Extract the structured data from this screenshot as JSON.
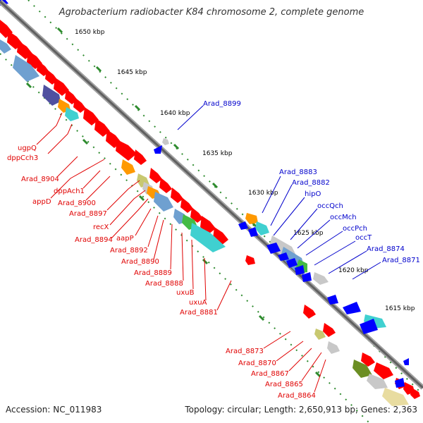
{
  "map": {
    "title": "Agrobacterium radiobacter K84 chromosome 2, complete genome",
    "accession": "Accession: NC_011983",
    "summary": "Topology: circular; Length: 2,650,913 bp; Genes: 2,363"
  },
  "colors": {
    "backbone": "#808080",
    "tick": "#2e8b2e",
    "red_gene": "#ff0000",
    "blue_gene": "#0000ff",
    "red_label": "#e00000",
    "blue_label": "#0000cc",
    "light_blue": "#6fa0d0",
    "cyan": "#40d0d0",
    "orange": "#ff9900",
    "grey": "#c8c8c8",
    "olive": "#6b8e23",
    "tan": "#e8dca0",
    "purple": "#5050a0",
    "green": "#44bb44"
  },
  "scale_labels": [
    "1650 kbp",
    "1645 kbp",
    "1640 kbp",
    "1635 kbp",
    "1630 kbp",
    "1625 kbp",
    "1620 kbp",
    "1615 kbp"
  ],
  "red_labels": [
    "ugpQ",
    "dppCch3",
    "Arad_8904",
    "dppAch1",
    "appD",
    "Arad_8900",
    "Arad_8897",
    "recX",
    "Arad_8894",
    "aapP",
    "Arad_8892",
    "Arad_8890",
    "Arad_8889",
    "Arad_8888",
    "uxuB",
    "uxuA",
    "Arad_8881",
    "Arad_8873",
    "Arad_8870",
    "Arad_8867",
    "Arad_8865",
    "Arad_8864"
  ],
  "blue_labels": [
    "Arad_8899",
    "Arad_8883",
    "Arad_8882",
    "hipO",
    "occQch",
    "occMch",
    "occPch",
    "occT",
    "Arad_8874",
    "Arad_8871"
  ]
}
